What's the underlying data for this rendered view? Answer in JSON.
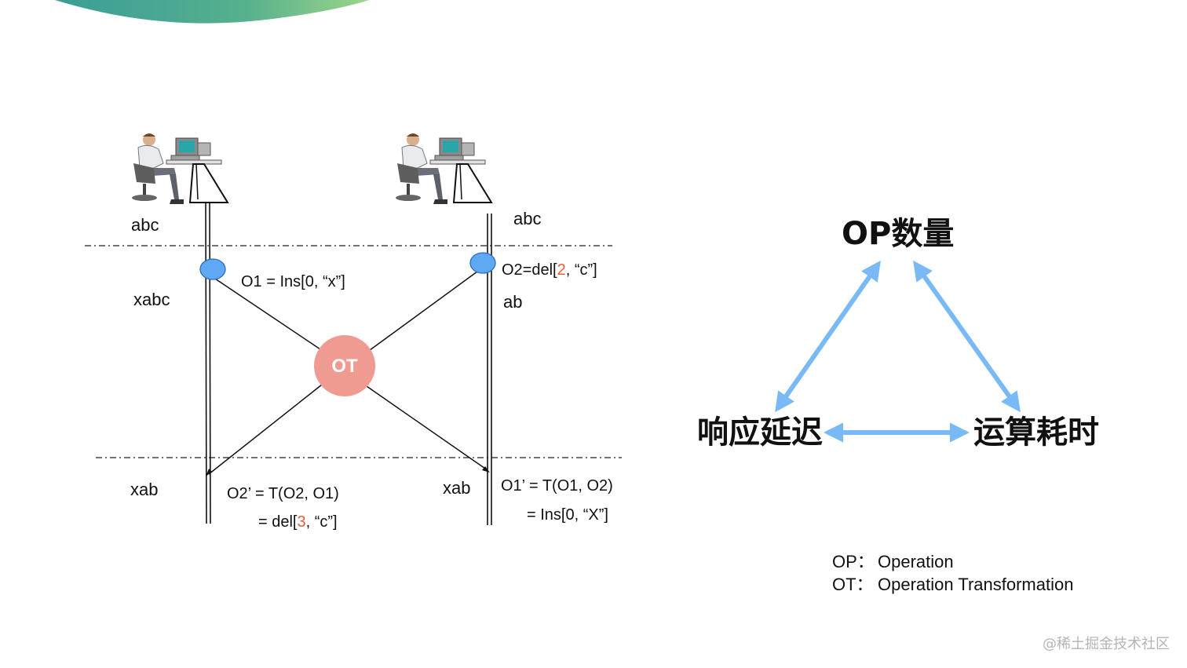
{
  "colors": {
    "ot_circle": "#ef9b92",
    "op_node": "#5fa8f4",
    "arrow": "#79baf6",
    "highlight": "#e0603a",
    "band_teal": "#3fa99a",
    "band_green": "#8ccf83"
  },
  "left_diagram": {
    "client_a": {
      "icon": "workstation-user-icon",
      "initial_state": "abc",
      "after_local_op": "xabc",
      "final_state": "xab",
      "local_op": "O1 = Ins[0, “x”]",
      "transformed_line1": "O2’ = T(O2, O1)",
      "transformed_line2_prefix": "= del[",
      "transformed_line2_index": "3",
      "transformed_line2_suffix": ", “c”]"
    },
    "client_b": {
      "icon": "workstation-user-icon",
      "initial_state": "abc",
      "after_local_op": "ab",
      "final_state": "xab",
      "local_op_prefix": "O2=del[",
      "local_op_index": "2",
      "local_op_suffix": ", “c”]",
      "transformed_line1": "O1’ = T(O1, O2)",
      "transformed_line2": "= Ins[0, “X”]"
    },
    "ot_label": "OT"
  },
  "triangle": {
    "top": "OP数量",
    "left": "响应延迟",
    "right": "运算耗时"
  },
  "legend": [
    {
      "key": "OP：",
      "value": "Operation"
    },
    {
      "key": "OT：",
      "value": "Operation Transformation"
    }
  ],
  "watermark": "@稀土掘金技术社区"
}
